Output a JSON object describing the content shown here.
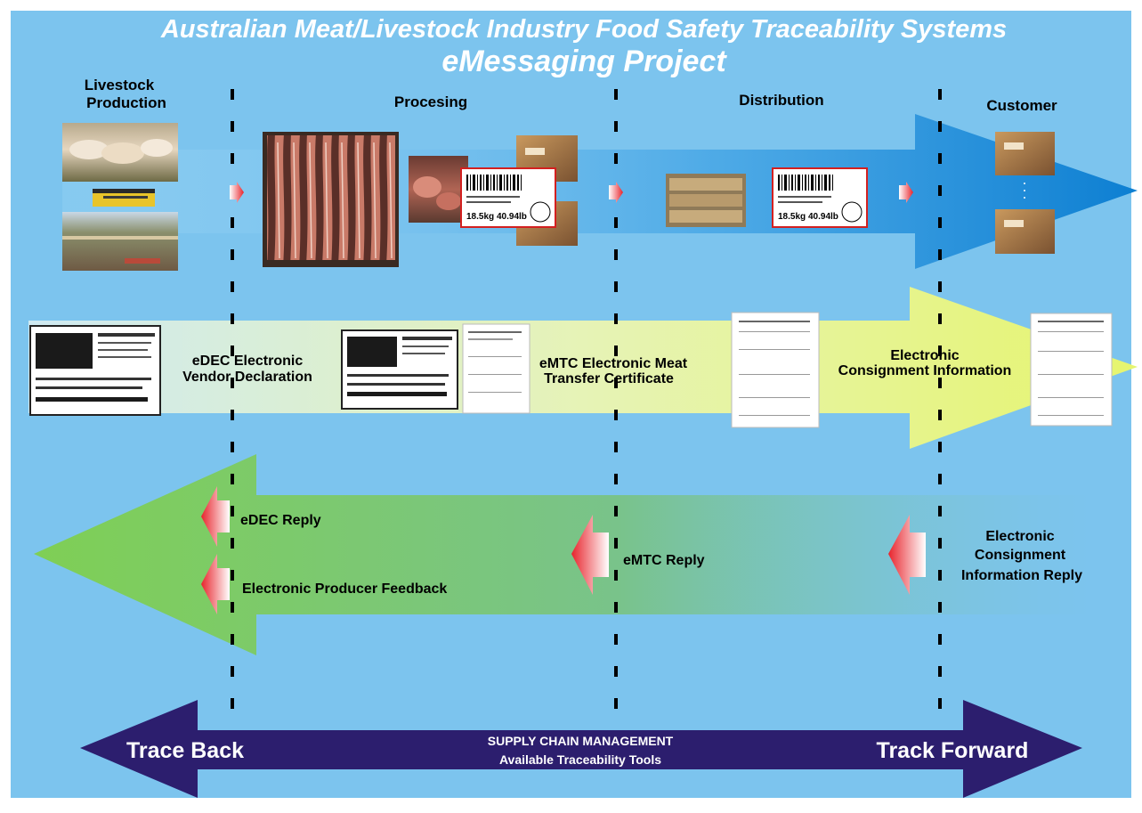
{
  "title": {
    "line1": "Australian Meat/Livestock Industry Food Safety Traceability Systems",
    "line2": "eMessaging Project"
  },
  "stages": [
    {
      "id": "livestock",
      "lines": [
        "Livestock",
        "Production"
      ]
    },
    {
      "id": "processing",
      "lines": [
        "Procesing"
      ]
    },
    {
      "id": "distribution",
      "lines": [
        "Distribution"
      ]
    },
    {
      "id": "customer",
      "lines": [
        "Customer"
      ]
    }
  ],
  "forward_messages": {
    "edec": [
      "eDEC Electronic",
      "Vendor Declaration"
    ],
    "emtc": [
      "eMTC Electronic Meat",
      "Transfer Certificate"
    ],
    "eci": [
      "Electronic",
      "Consignment Information"
    ]
  },
  "reply_messages": {
    "edec_reply": "eDEC Reply",
    "producer_feedback": "Electronic Producer Feedback",
    "emtc_reply": "eMTC Reply",
    "eci_reply": [
      "Electronic",
      "Consignment",
      "Information Reply"
    ]
  },
  "bottom": {
    "left": "Trace Back",
    "right": "Track Forward",
    "center_line1": "SUPPLY CHAIN MANAGEMENT",
    "center_line2": "Available Traceability Tools"
  },
  "label_sample": {
    "weight_kg": "18.5kg",
    "weight_lb": "40.94lb"
  },
  "colors": {
    "background": "#7cc4ee",
    "title": "#ffffff",
    "product_arrow": "#1e8fd8",
    "document_arrow": "#e4f37a",
    "reply_arrow": "#7cc472",
    "bottom_arrow": "#2c1e6e",
    "small_arrow": "#e8242c"
  }
}
